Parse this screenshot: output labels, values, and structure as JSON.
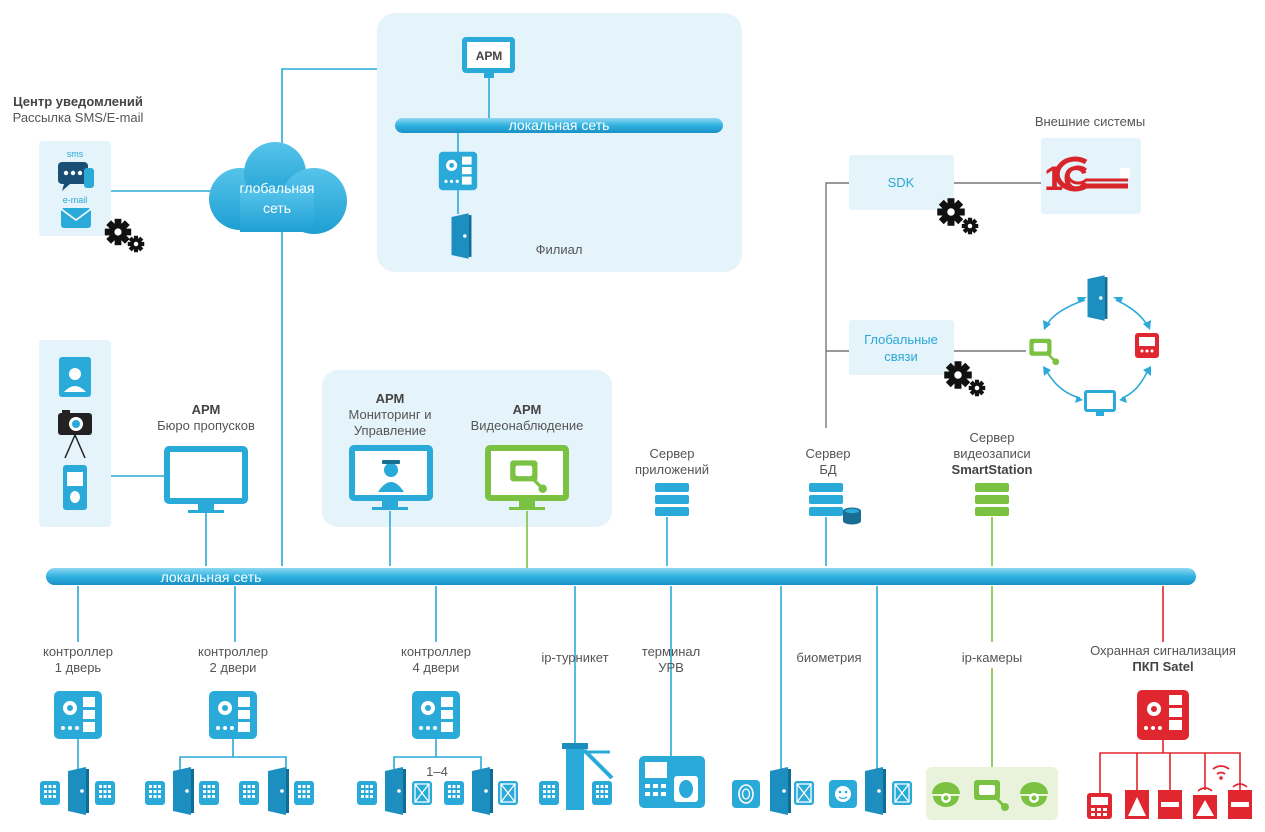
{
  "colors": {
    "cyan": "#2aaad9",
    "light_panel": "#e5f4fb",
    "green": "#7cc242",
    "red": "#e0262f",
    "line_gray": "#777777",
    "logo_red": "#d8252b"
  },
  "notifications": {
    "title": "Центр уведомлений",
    "subtitle": "Рассылка SMS/E-mail",
    "sms": "sms",
    "email": "e-mail"
  },
  "cloud": {
    "line1": "глобальная",
    "line2": "сеть"
  },
  "branch": {
    "arm": "АРМ",
    "network": "локальная сеть",
    "label": "Филиал"
  },
  "external": {
    "title": "Внешние системы",
    "sdk": "SDK",
    "global1": "Глобальные",
    "global2": "связи",
    "logo": "1С"
  },
  "arm_pass": {
    "title": "АРМ",
    "subtitle": "Бюро пропусков"
  },
  "arm_monitor": {
    "title": "АРМ",
    "line1": "Мониторинг и",
    "line2": "Управление"
  },
  "arm_video": {
    "title": "АРМ",
    "line1": "Видеонаблюдение"
  },
  "servers": {
    "app": {
      "line1": "Сервер",
      "line2": "приложений"
    },
    "db": {
      "line1": "Сервер",
      "line2": "БД"
    },
    "video": {
      "line1": "Сервер",
      "line2": "видеозаписи",
      "line3": "SmartStation"
    }
  },
  "main_network": "локальная сеть",
  "devices": {
    "ctrl1": {
      "line1": "контроллер",
      "line2": "1 дверь"
    },
    "ctrl2": {
      "line1": "контроллер",
      "line2": "2 двери"
    },
    "ctrl4": {
      "line1": "контроллер",
      "line2": "4 двери",
      "range": "1–4"
    },
    "turnstile": "ip-турникет",
    "terminal": {
      "line1": "терминал",
      "line2": "УРВ"
    },
    "biometry": "биометрия",
    "cameras": "ip-камеры",
    "alarm": {
      "line1": "Охранная сигнализация",
      "line2": "ПКП Satel"
    }
  }
}
